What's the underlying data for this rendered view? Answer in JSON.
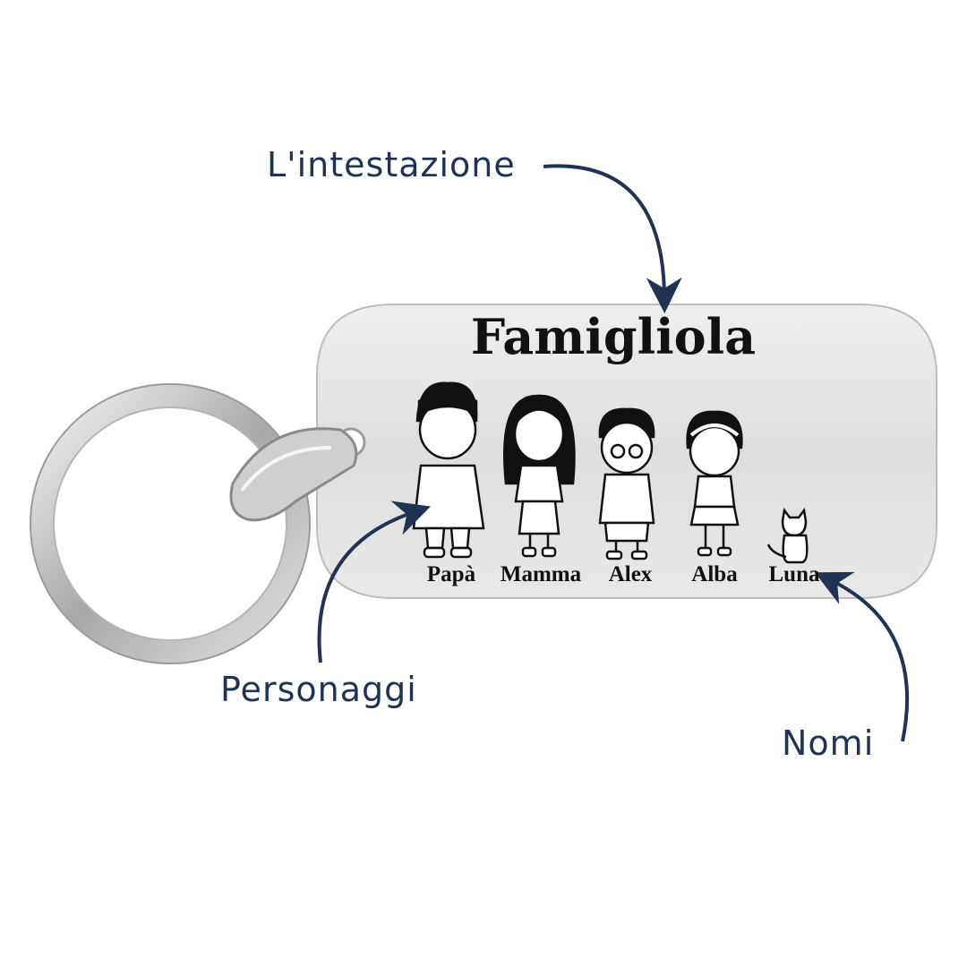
{
  "callouts": {
    "header": "L'intestazione",
    "characters": "Personaggi",
    "names": "Nomi"
  },
  "tag": {
    "title": "Famigliola",
    "names": [
      "Papà",
      "Mamma",
      "Alex",
      "Alba",
      "Luna"
    ]
  },
  "colors": {
    "callout": "#1f3354",
    "engraving": "#111111",
    "steel": "#dcdcdc"
  }
}
